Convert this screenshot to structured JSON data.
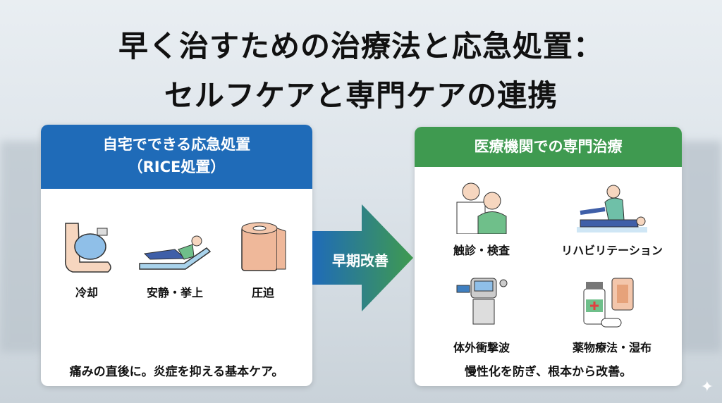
{
  "title": {
    "line1": "早く治すための治療法と応急処置：",
    "line2": "セルフケアと専門ケアの連携"
  },
  "left_card": {
    "header_line1": "自宅でできる応急処置",
    "header_line2": "（RICE処置）",
    "items": [
      {
        "label": "冷却",
        "icon": "ice-pack-icon"
      },
      {
        "label": "安静・挙上",
        "icon": "resting-person-icon"
      },
      {
        "label": "圧迫",
        "icon": "bandage-roll-icon"
      }
    ],
    "footer": "痛みの直後に。炎症を抑える基本ケア。",
    "color": "#1f6bb8"
  },
  "arrow": {
    "label": "早期改善"
  },
  "right_card": {
    "header": "医療機関での専門治療",
    "items": [
      {
        "label": "触診・検査",
        "icon": "doctor-patient-icon"
      },
      {
        "label": "リハビリテーション",
        "icon": "rehabilitation-icon"
      },
      {
        "label": "体外衝撃波",
        "icon": "shockwave-machine-icon"
      },
      {
        "label": "薬物療法・湿布",
        "icon": "medicine-icon"
      }
    ],
    "footer": "慢性化を防ぎ、根本から改善。",
    "color": "#3f9a50"
  }
}
